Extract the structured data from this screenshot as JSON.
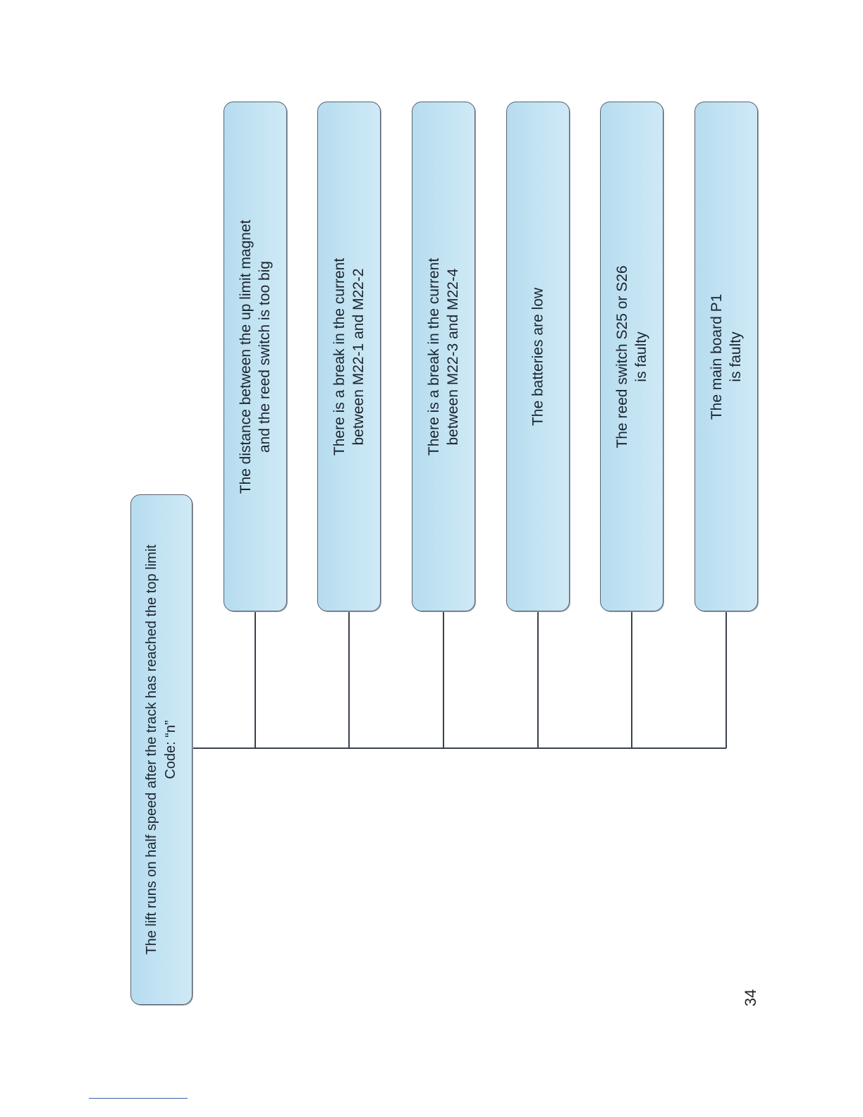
{
  "diagram": {
    "root": {
      "lines": [
        "The lift runs on half speed after the track has reached the top limit",
        "Code: “n”"
      ]
    },
    "causes": [
      {
        "lines": [
          "The distance between the up limit magnet",
          "and the reed switch is too big"
        ]
      },
      {
        "lines": [
          "There is a break in the current",
          "between M22-1  and M22-2"
        ]
      },
      {
        "lines": [
          "There is a break in the current",
          "between M22-3 and M22-4"
        ]
      },
      {
        "lines": [
          "The batteries are low"
        ]
      },
      {
        "lines": [
          "The reed switch S25 or S26",
          "is faulty"
        ]
      },
      {
        "lines": [
          "The main board P1",
          "is faulty"
        ]
      }
    ],
    "colors": {
      "box_fill": "#c4e4f3",
      "box_border": "#5a6270",
      "connector": "#3b4150"
    }
  },
  "page": {
    "number": "34"
  }
}
